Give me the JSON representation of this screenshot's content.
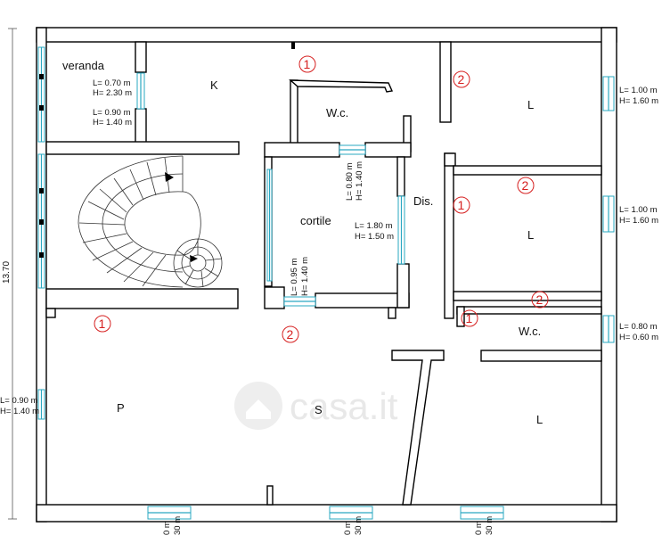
{
  "rooms": {
    "veranda": "veranda",
    "kitchen": "K",
    "wc_top": "W.c.",
    "bedroom_top": "L",
    "bedroom_mid": "L",
    "courtyard": "cortile",
    "dis": "Dis.",
    "wc_right": "W.c.",
    "p_room": "P",
    "s_room": "S",
    "bedroom_bottom": "L"
  },
  "openings": {
    "veranda_w1_l": "L= 0.70 m",
    "veranda_w1_h": "H= 2.30 m",
    "veranda_w2_l": "L= 0.90 m",
    "veranda_w2_h": "H= 1.40 m",
    "l_top_l": "L= 1.00 m",
    "l_top_h": "H= 1.60 m",
    "l_mid_l": "L= 1.00 m",
    "l_mid_h": "H= 1.60 m",
    "wc_right_l": "L= 0.80 m",
    "wc_right_h": "H= 0.60 m",
    "cortile_top_l": "L= 0.80 m",
    "cortile_top_h": "H= 1.40 m",
    "cortile_right_l": "L= 1.80 m",
    "cortile_right_h": "H= 1.50 m",
    "cortile_bottom_l": "L= 0.95 m",
    "cortile_bottom_h": "H= 1.40 m",
    "p_left_l": "L= 0.90 m",
    "p_left_h": "H= 1.40 m",
    "bottom_1_a": "0 m",
    "bottom_1_b": "30 m",
    "bottom_2_a": "0 m",
    "bottom_2_b": "30 m",
    "bottom_3_a": "0 m",
    "bottom_3_b": "30 m"
  },
  "markers": {
    "m_k": "1",
    "m_l_top": "2",
    "m_l_mid_a": "2",
    "m_dis": "1",
    "m_l_mid_b": "2",
    "m_p": "1",
    "m_cortile": "2",
    "m_wc": "1"
  },
  "overall_dimension": "13.70",
  "watermark": "casa.it",
  "colors": {
    "walls": "#000000",
    "windows": "#2aa8c2",
    "markers": "#d62020",
    "watermark": "#e8e8e8"
  }
}
